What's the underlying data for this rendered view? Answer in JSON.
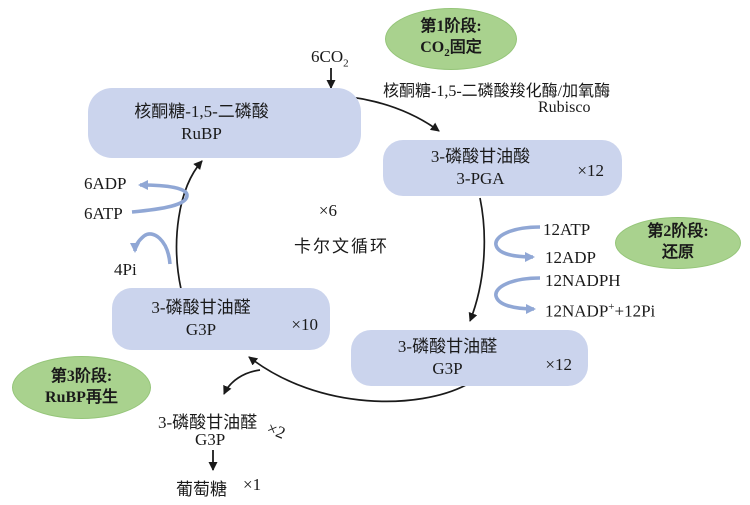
{
  "diagram": {
    "title": "卡尔文循环",
    "input": {
      "pre": "6CO",
      "sub": "2"
    },
    "enzyme": {
      "line1": "核酮糖-1,5-二磷酸羧化酶/加氧酶",
      "line2": "Rubisco"
    },
    "stages": [
      {
        "line1": "第1阶段:",
        "line2_pre": "CO",
        "line2_sub": "2",
        "line2_post": "固定"
      },
      {
        "line1": "第2阶段:",
        "line2": "还原"
      },
      {
        "line1": "第3阶段:",
        "line2": "RuBP再生"
      }
    ],
    "nodes": [
      {
        "line1": "核酮糖-1,5-二磷酸",
        "line2": "RuBP",
        "multiplier": "×6"
      },
      {
        "line1": "3-磷酸甘油酸",
        "line2": "3-PGA",
        "multiplier": "×12"
      },
      {
        "line1": "3-磷酸甘油醛",
        "line2": "G3P",
        "multiplier": "×12"
      },
      {
        "line1": "3-磷酸甘油醛",
        "line2": "G3P",
        "multiplier": "×10"
      },
      {
        "line1": "3-磷酸甘油醛",
        "line2": "G3P",
        "multiplier": "×2"
      }
    ],
    "output": {
      "label": "葡萄糖",
      "multiplier": "×1"
    },
    "cofactors": {
      "adp6": "6ADP",
      "atp6": "6ATP",
      "pi4": "4Pi",
      "atp12": "12ATP",
      "adp12": "12ADP",
      "nadph12": "12NADPH",
      "nadp12_pre": "12NADP",
      "nadp12_sup": "+",
      "nadp12_post": "+12Pi"
    },
    "colors": {
      "node_fill": "#cbd4ed",
      "stage_fill": "#a9d28e",
      "arrow_black": "#1a1a1a",
      "arrow_blue": "#90a7d5"
    }
  }
}
